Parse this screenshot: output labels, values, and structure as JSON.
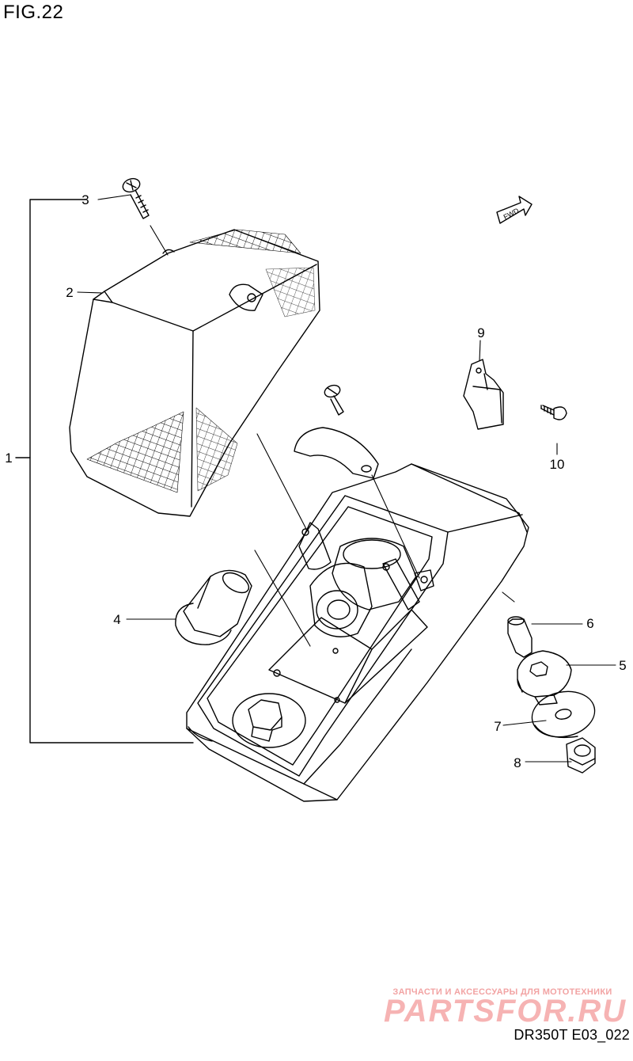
{
  "figure": {
    "title": "FIG.22",
    "reference": "DR350T E03_022"
  },
  "direction_marker": {
    "label": "FWD"
  },
  "callouts": [
    {
      "number": "1",
      "part": "tail-light-assembly"
    },
    {
      "number": "2",
      "part": "lens"
    },
    {
      "number": "3",
      "part": "lens-screw"
    },
    {
      "number": "4",
      "part": "bulb"
    },
    {
      "number": "5",
      "part": "rubber-cushion"
    },
    {
      "number": "6",
      "part": "collar"
    },
    {
      "number": "7",
      "part": "washer"
    },
    {
      "number": "8",
      "part": "nut"
    },
    {
      "number": "9",
      "part": "clip"
    },
    {
      "number": "10",
      "part": "bolt"
    }
  ],
  "watermark": {
    "tagline": "ЗАПЧАСТИ И АКСЕССУАРЫ ДЛЯ МОТОТЕХНИКИ",
    "logo_text": "PARTSFOR.RU",
    "color": "#f2a3a3"
  },
  "colors": {
    "line": "#000000",
    "background": "#ffffff"
  }
}
